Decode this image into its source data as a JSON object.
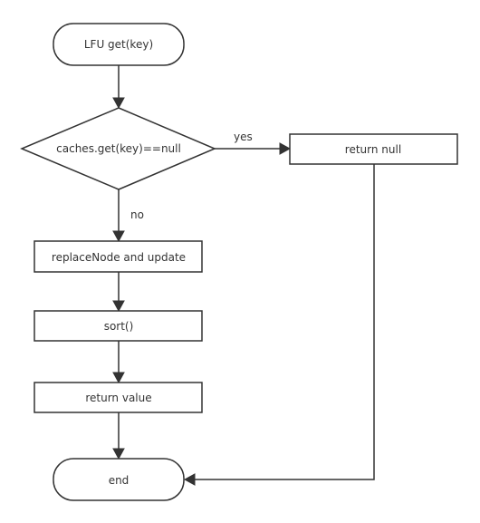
{
  "nodes": {
    "start": {
      "label": "LFU get(key)"
    },
    "decision": {
      "label": "caches.get(key)==null"
    },
    "return_null": {
      "label": "return null"
    },
    "replace": {
      "label": "replaceNode and update"
    },
    "sort": {
      "label": "sort()"
    },
    "return_value": {
      "label": "return value"
    },
    "end": {
      "label": "end"
    }
  },
  "edges": {
    "yes": {
      "label": "yes"
    },
    "no": {
      "label": "no"
    }
  }
}
